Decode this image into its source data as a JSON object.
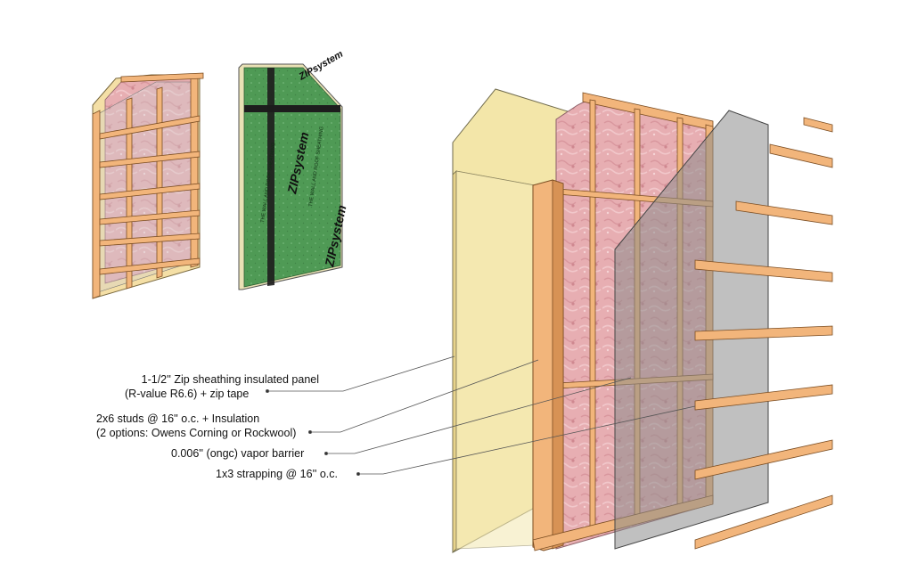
{
  "labels": {
    "zip_panel_line1": "1-1/2'' Zip sheathing insulated panel",
    "zip_panel_line2": "(R-value R6.6) + zip tape",
    "studs_line1": "2x6 studs @ 16'' o.c. + Insulation",
    "studs_line2": "(2 options: Owens Corning or Rockwool)",
    "vapor_barrier": "0.006'' (ongc) vapor barrier",
    "strapping": "1x3 strapping @ 16'' o.c."
  },
  "zip_brand_text": [
    "ZIPsystem",
    "ZIPsystem",
    "ZIPsystem"
  ],
  "zip_small_text": [
    "THE WALL AND ROOF SHEATHING",
    "THE WALL AND ROOF SHEATHING"
  ],
  "colors": {
    "insulation_pink": "#e7aeb2",
    "insulation_pink_dark": "#d48e95",
    "stud_wood": "#f2b57b",
    "stud_wood_dark": "#d79255",
    "zip_panel_cream": "#f3e6a9",
    "zip_green": "#4f9a55",
    "vapor_grey": "#9a9a9a",
    "leader_line": "#555555"
  }
}
